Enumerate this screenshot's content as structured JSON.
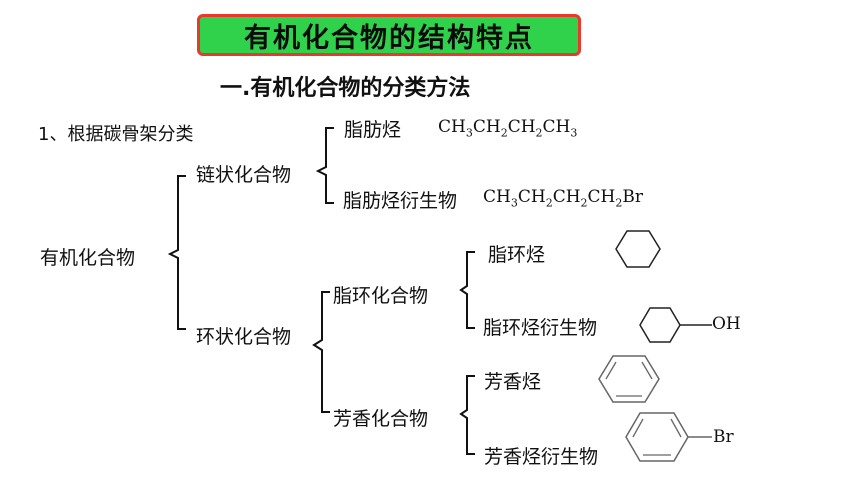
{
  "title": "有机化合物的结构特点",
  "subtitle": "一.有机化合物的分类方法",
  "section": "1、根据碳骨架分类",
  "root": "有机化合物",
  "chain": "链状化合物",
  "ring": "环状化合物",
  "aliphatic_hc": "脂肪烃",
  "aliphatic_hc_formula": [
    "CH",
    "3",
    "CH",
    "2",
    "CH",
    "2",
    "CH",
    "3"
  ],
  "aliphatic_deriv": "脂肪烃衍生物",
  "aliphatic_deriv_formula": [
    "CH",
    "3",
    "CH",
    "2",
    "CH",
    "2",
    "CH",
    "2",
    "Br"
  ],
  "alicyclic": "脂环化合物",
  "alicyclic_hc": "脂环烃",
  "alicyclic_deriv": "脂环烃衍生物",
  "aromatic": "芳香化合物",
  "aromatic_hc": "芳香烃",
  "aromatic_deriv": "芳香烃衍生物",
  "oh_label": "OH",
  "br_label": "Br"
}
